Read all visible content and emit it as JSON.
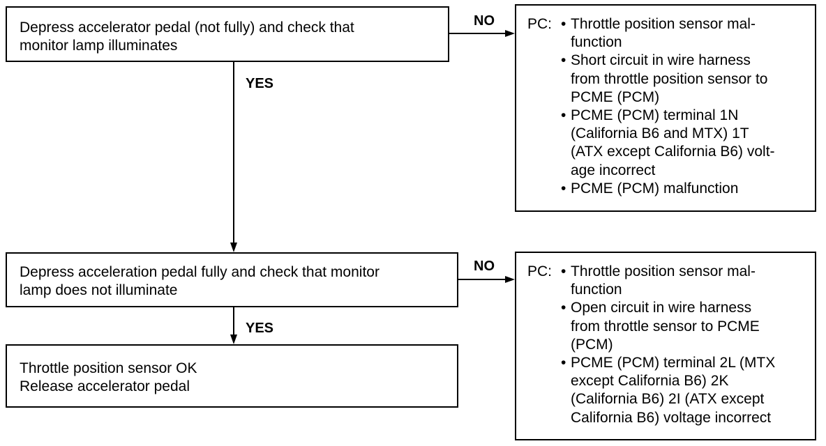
{
  "steps": [
    {
      "lines": [
        "Depress accelerator pedal (not fully) and check that",
        "monitor lamp illuminates"
      ],
      "no_label": "NO",
      "yes_label": "YES",
      "pc": {
        "prefix": "PC:",
        "bullet": "•",
        "items": [
          [
            "Throttle position sensor mal-",
            "function"
          ],
          [
            "Short circuit in wire harness",
            "from throttle position sensor to",
            "PCME (PCM)"
          ],
          [
            "PCME (PCM) terminal 1N",
            "(California B6 and MTX) 1T",
            "(ATX except California B6) volt-",
            "age incorrect"
          ],
          [
            "PCME (PCM) malfunction"
          ]
        ]
      }
    },
    {
      "lines": [
        "Depress acceleration pedal fully and check that monitor",
        "lamp does not illuminate"
      ],
      "no_label": "NO",
      "yes_label": "YES",
      "pc": {
        "prefix": "PC:",
        "bullet": "•",
        "items": [
          [
            "Throttle position sensor mal-",
            "function"
          ],
          [
            "Open circuit in wire harness",
            "from throttle sensor to PCME",
            "(PCM)"
          ],
          [
            "PCME (PCM) terminal 2L (MTX",
            "except California B6) 2K",
            "(California B6) 2I (ATX except",
            "California B6) voltage incorrect"
          ]
        ]
      }
    }
  ],
  "result": {
    "lines": [
      "Throttle position sensor OK",
      "Release accelerator pedal"
    ]
  }
}
